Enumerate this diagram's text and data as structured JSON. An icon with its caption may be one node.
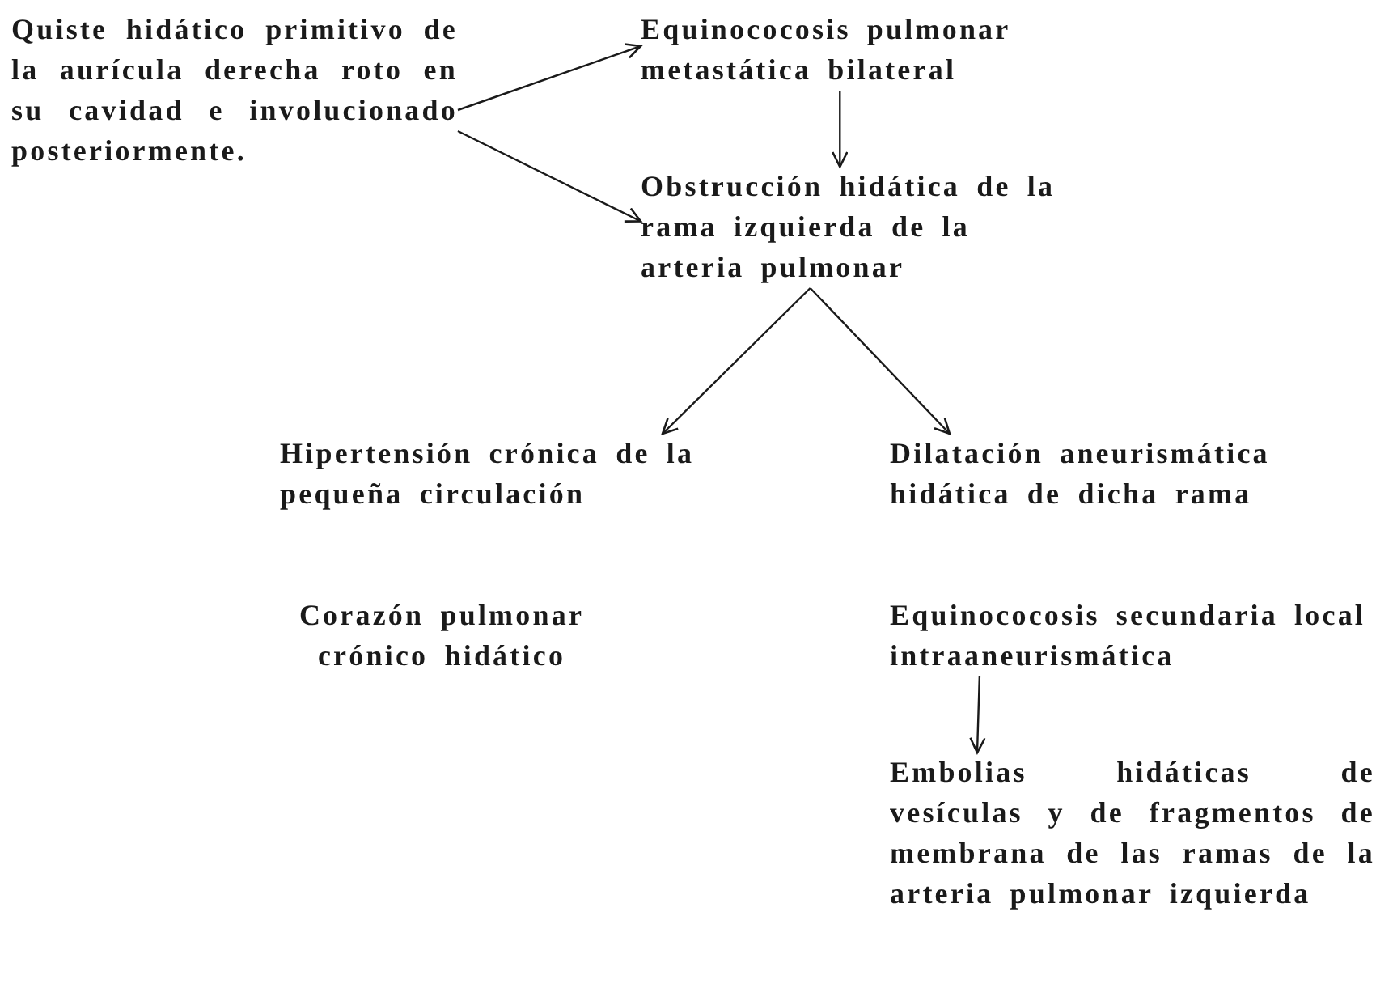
{
  "diagram": {
    "nodes": [
      {
        "text": [
          "Quiste hidático primitivo de la aurícula derecha roto en su cavidad e involucionado posteriormente."
        ]
      },
      {
        "text": [
          "Equinococosis pulmonar metastática bilateral"
        ]
      },
      {
        "text": [
          "Obstrucción hidática de la rama izquierda de la arteria pulmonar"
        ]
      },
      {
        "text": [
          "Hipertensión crónica de la pequeña circulación"
        ]
      },
      {
        "text": [
          "Dilatación aneurismática hidática de dicha rama"
        ]
      },
      {
        "text": [
          "Corazón pulmonar crónico hidático"
        ]
      },
      {
        "text": [
          "Equinococosis secundaria local intraaneurismática"
        ]
      },
      {
        "text": [
          "Embolias hidáticas de vesículas y de fragmentos de membrana de las ramas de la arteria pulmonar izquierda"
        ]
      }
    ],
    "edges": [
      {
        "from": 0,
        "to": 1,
        "arrow": "to"
      },
      {
        "from": 0,
        "to": 2,
        "arrow": "to"
      },
      {
        "from": 1,
        "to": 2,
        "arrow": "to"
      },
      {
        "from": 2,
        "to": 3,
        "arrow": "to"
      },
      {
        "from": 2,
        "to": 4,
        "arrow": "to"
      },
      {
        "from": 6,
        "to": 7,
        "arrow": "to"
      }
    ]
  }
}
